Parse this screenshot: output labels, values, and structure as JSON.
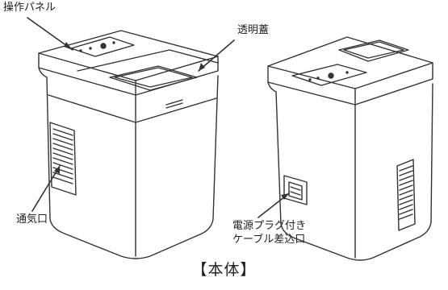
{
  "labels": {
    "panel": "操作パネル",
    "lid": "透明蓋",
    "vent": "通気口",
    "cable_line1": "電源プラグ付き",
    "cable_line2": "ケーブル差込口"
  },
  "caption": "【本体】"
}
